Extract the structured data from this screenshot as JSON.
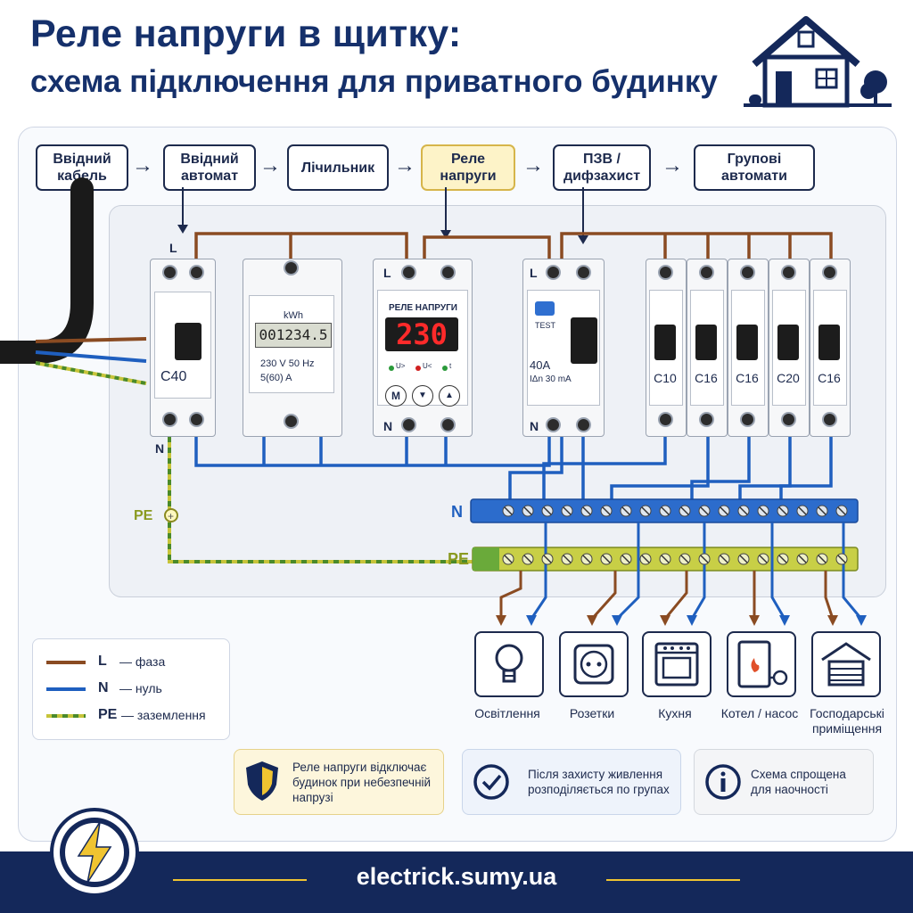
{
  "header": {
    "title_line1": "Реле напруги в щитку:",
    "title_line2": "схема підключення для приватного будинку"
  },
  "flow": {
    "step1": "Ввідний кабель",
    "step2": "Ввідний автомат",
    "step3": "Лічильник",
    "step4": "Реле напруги",
    "step5": "ПЗВ / дифзахист",
    "step6": "Групові автомати"
  },
  "breaker_main": {
    "terminal_top": "L",
    "terminal_bottom": "N",
    "rating": "C40"
  },
  "meter": {
    "unit": "kWh",
    "reading": "001234.5",
    "spec1": "230 V  50 Hz",
    "spec2": "5(60) A"
  },
  "relay": {
    "terminal_top": "L",
    "terminal_bottom": "N",
    "title": "РЕЛЕ НАПРУГИ",
    "display": "230",
    "ind1": "U>",
    "ind2": "U<",
    "ind3": "t",
    "btn1": "M"
  },
  "rcd": {
    "terminal_top": "L",
    "terminal_bottom": "N",
    "test": "TEST",
    "rating": "40A",
    "leak": "IΔn 30 mA"
  },
  "groups": [
    "C10",
    "C16",
    "C16",
    "C20",
    "C16"
  ],
  "bus": {
    "n_label": "N",
    "pe_label": "PE"
  },
  "pe_input_label": "PE",
  "consumers": [
    "Освітлення",
    "Розетки",
    "Кухня",
    "Котел / насос",
    "Господарські приміщення"
  ],
  "legend": [
    {
      "code": "L",
      "text": "— фаза",
      "color": "#8a4b22"
    },
    {
      "code": "N",
      "text": "— нуль",
      "color": "#1f5fbf"
    },
    {
      "code": "PE",
      "text": "— заземлення",
      "color": "#c7c43a"
    }
  ],
  "info": {
    "box1": "Реле напруги відключає будинок при небезпечній напрузі",
    "box2": "Після захисту живлення розподіляється по групах",
    "box3": "Схема спрощена для наочності"
  },
  "footer": {
    "site": "electrick.sumy.ua"
  },
  "colors": {
    "navy": "#14285a",
    "phase": "#8a4b22",
    "neutral": "#1f5fbf",
    "earth": "#c7c43a",
    "display": "#e02020"
  }
}
